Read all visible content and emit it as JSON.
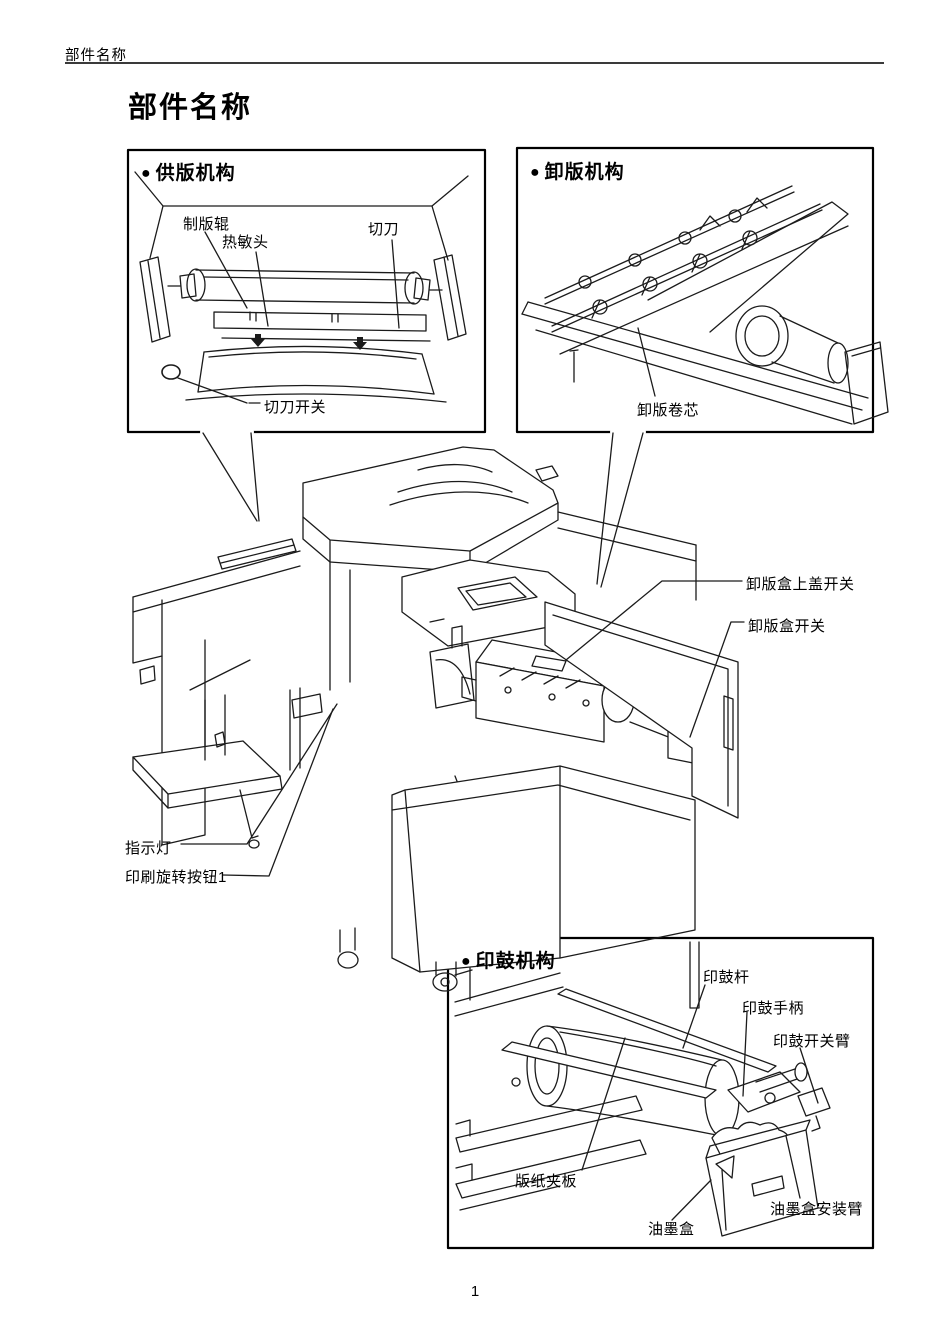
{
  "page": {
    "running_header": "部件名称",
    "title": "部件名称",
    "page_number": "1"
  },
  "colors": {
    "line": "#1b1b1b",
    "border": "#000000",
    "background": "#ffffff"
  },
  "sections": {
    "supply": {
      "bullet": "●",
      "title": "供版机构",
      "labels": {
        "plate_roller": "制版辊",
        "thermal_head": "热敏头",
        "cutter": "切刀",
        "cutter_switch": "切刀开关"
      }
    },
    "removal": {
      "bullet": "●",
      "title": "卸版机构",
      "labels": {
        "removal_core": "卸版卷芯"
      }
    },
    "main_view": {
      "labels": {
        "removal_box_cover_switch": "卸版盒上盖开关",
        "removal_box_switch": "卸版盒开关",
        "indicator_lamp": "指示灯",
        "print_rotation_button1": "印刷旋转按钮1"
      }
    },
    "drum": {
      "bullet": "●",
      "title": "印鼓机构",
      "labels": {
        "drum_rod": "印鼓杆",
        "drum_handle": "印鼓手柄",
        "drum_switch_arm": "印鼓开关臂",
        "plate_clamp": "版纸夹板",
        "ink_box": "油墨盒",
        "ink_box_mount_arm": "油墨盒安装臂"
      }
    }
  }
}
